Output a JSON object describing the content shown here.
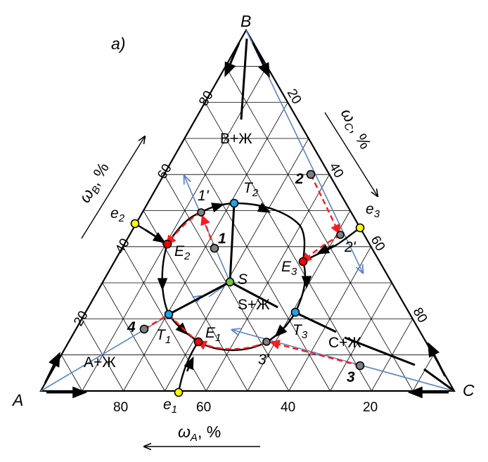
{
  "panel_label": "a)",
  "vertices": {
    "A": "A",
    "B": "B",
    "C": "C"
  },
  "ticks": {
    "a_axis": [
      "80",
      "60",
      "40",
      "20"
    ],
    "b_axis": [
      "20",
      "40",
      "60",
      "80"
    ],
    "c_axis": [
      "20",
      "40",
      "60",
      "80"
    ]
  },
  "axis_labels": {
    "omega_a": {
      "main": "ω",
      "sub": "A",
      "unit": ", %"
    },
    "omega_b": {
      "main": "ω",
      "sub": "B",
      "unit": ", %"
    },
    "omega_c": {
      "main": "ω",
      "sub": "C",
      "unit": ", %"
    }
  },
  "regions": {
    "b_liquid": "B+Ж",
    "a_liquid": "A+Ж",
    "c_liquid": "C+Ж",
    "s_liquid": "S+Ж"
  },
  "points": {
    "e1": {
      "main": "e",
      "sub": "1",
      "color": "#ffff00"
    },
    "e2": {
      "main": "e",
      "sub": "2",
      "color": "#ffff00"
    },
    "e3": {
      "main": "e",
      "sub": "3",
      "color": "#ffff00"
    },
    "E1": {
      "main": "E",
      "sub": "1",
      "color": "#ff0000"
    },
    "E2": {
      "main": "E",
      "sub": "2",
      "color": "#ff0000"
    },
    "E3": {
      "main": "E",
      "sub": "3",
      "color": "#ff0000"
    },
    "T1": {
      "main": "T",
      "sub": "1",
      "color": "#1fa3e6"
    },
    "T2": {
      "main": "T",
      "sub": "2",
      "color": "#1fa3e6"
    },
    "T3": {
      "main": "T",
      "sub": "3",
      "color": "#1fa3e6"
    },
    "S": {
      "label": "S",
      "color": "#7ac142"
    },
    "p1": {
      "label": "1",
      "color": "#808080"
    },
    "p2": {
      "label": "2",
      "color": "#808080"
    },
    "p3": {
      "label": "3",
      "color": "#808080"
    },
    "p4": {
      "label": "4",
      "color": "#808080"
    },
    "p1p": {
      "label": "1'",
      "color": "#808080"
    },
    "p2p": {
      "label": "2'",
      "color": "#808080"
    },
    "p3p": {
      "label": "3'",
      "color": "#808080"
    }
  },
  "colors": {
    "line_black": "#000000",
    "line_blue": "#5b85c4",
    "line_red": "#ff1a1a"
  }
}
